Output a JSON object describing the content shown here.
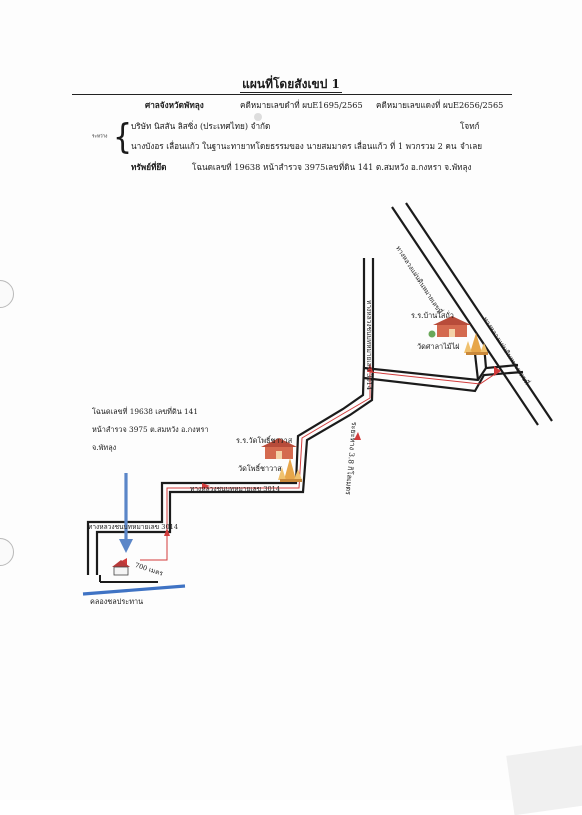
{
  "document": {
    "title": "แผนที่โดยสังเขป 1",
    "court": "ศาลจังหวัดพัทลุง",
    "black_case_no": "คดีหมายเลขดำที่ ผบE1695/2565",
    "red_case_no": "คดีหมายเลขแดงที่ ผบE2656/2565",
    "party_label": "ระหว่าง",
    "plaintiff": "บริษัท นิสสัน ลิสซิ่ง (ประเทศไทย) จำกัด",
    "plaintiff_role": "โจทก์",
    "defendant": "นางบังอร เลื่อนแก้ว ในฐานะทายาทโดยธรรมของ นายสมมาตร เลื่อนแก้ว ที่ 1 พวกรวม 2 คน",
    "defendant_role": "จำเลย",
    "property_label": "ทรัพย์ที่ยึด",
    "property_detail": "โฉนดเลขที่ 19638 หน้าสำรวจ 3975เลขที่ดิน 141  ต.สมหวัง อ.กงหรา  จ.พัทลุง"
  },
  "map": {
    "plot_note": [
      "โฉนดเลขที่ 19638 เลขที่ดิน 141",
      "หน้าสำรวจ 3975 ต.สมหวัง อ.กงหรา",
      "จ.พัทลุง"
    ],
    "roads": {
      "highway_right_top": "ทางหลวงแผ่นดินหมายเลขที่",
      "highway_right_bottom": "ทางหลวงแผ่นดินหมายเลขที่",
      "road_3014_vertical": "ทางหลวงชนบทหมายเลข 3014",
      "road_3014_middle": "ทางหลวงชนบทหมายเลข 3014",
      "road_3014_lower": "ทางหลวงชนบทหมายเลข 3014",
      "canal": "คลองชลประทาน"
    },
    "distances": {
      "main": "ระยะทาง 3.8 กิโลเมตร",
      "short": "700 เมตร"
    },
    "landmarks": {
      "school_top": "ร.ร.บ้านไสถั่ว",
      "temple_top": "วัดศาลาไม้ไผ่",
      "school_mid": "ร.ร.วัดโพธิ์ชาวาส",
      "temple_mid": "วัดโพธิ์ชาวาส"
    },
    "colors": {
      "road": "#1b1b1b",
      "route": "#d23b3b",
      "arrow": "#5b86c8",
      "canal": "#3f73c4",
      "school": "#d46a4f",
      "temple": "#e7a64a"
    },
    "icons": [
      "house-icon",
      "school-icon",
      "temple-icon",
      "arrow-down-icon"
    ]
  }
}
